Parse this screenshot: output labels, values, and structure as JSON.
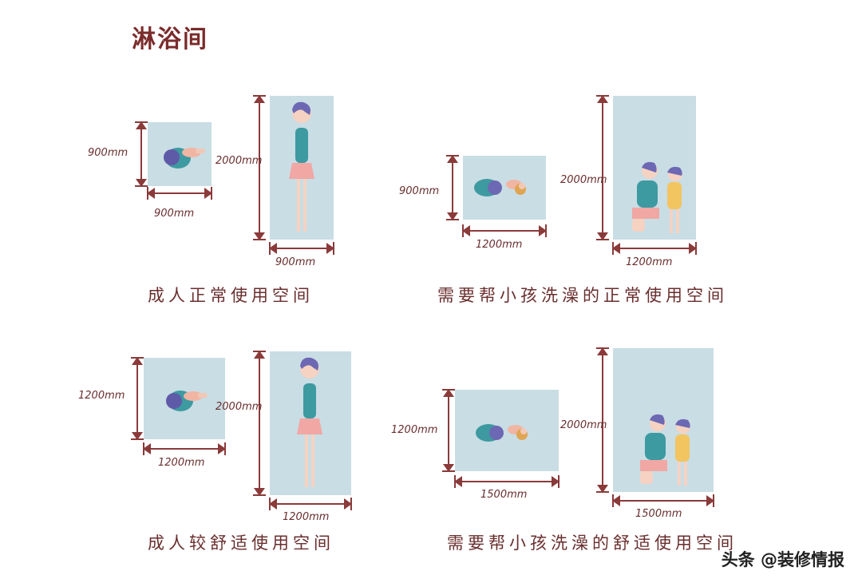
{
  "title": "淋浴间",
  "panels": {
    "adult_normal": {
      "caption": "成人正常使用空间",
      "top_square": {
        "h": "900mm",
        "w": "900mm"
      },
      "standing": {
        "h": "2000mm",
        "w": "900mm"
      }
    },
    "child_normal": {
      "caption": "需要帮小孩洗澡的正常使用空间",
      "top_rect": {
        "h": "900mm",
        "w": "1200mm"
      },
      "standing": {
        "h": "2000mm",
        "w": "1200mm"
      }
    },
    "adult_comfort": {
      "caption": "成人较舒适使用空间",
      "top_square": {
        "h": "1200mm",
        "w": "1200mm"
      },
      "standing": {
        "h": "2000mm",
        "w": "1200mm"
      }
    },
    "child_comfort": {
      "caption": "需要帮小孩洗澡的舒适使用空间",
      "top_rect": {
        "h": "1200mm",
        "w": "1500mm"
      },
      "standing": {
        "h": "2000mm",
        "w": "1500mm"
      }
    }
  },
  "watermark": "头条 @装修情报",
  "colors": {
    "tile": "#c9dde4",
    "arrow": "#8b3a3a",
    "text": "#6a2e2e"
  }
}
